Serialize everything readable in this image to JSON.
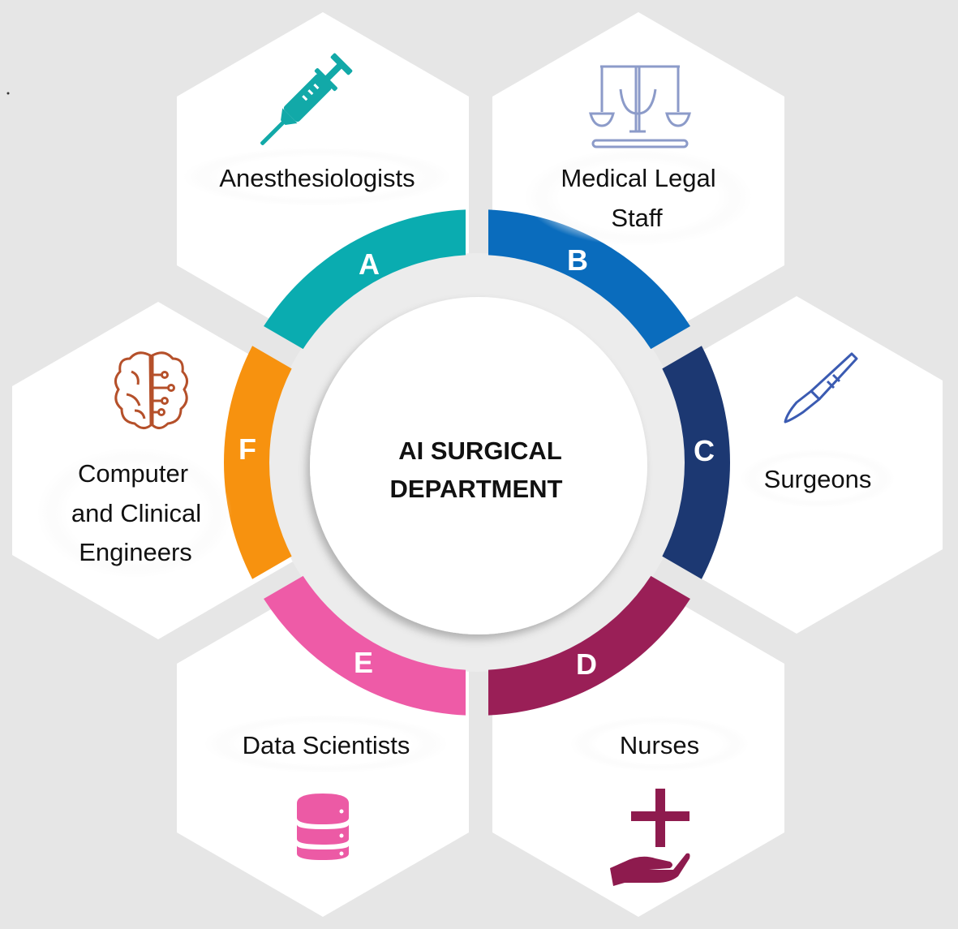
{
  "center": {
    "line1": "AI SURGICAL",
    "line2": "DEPARTMENT"
  },
  "segments": [
    {
      "letter": "A",
      "color": "#0aacb0",
      "label_lines": [
        "Anesthesiologists"
      ],
      "icon": "syringe-icon",
      "icon_color": "#12a9a8"
    },
    {
      "letter": "B",
      "color": "#0a6cbd",
      "label_lines": [
        "Medical Legal",
        "Staff"
      ],
      "icon": "scales-icon",
      "icon_color": "#8c9bc9"
    },
    {
      "letter": "C",
      "color": "#1c3872",
      "label_lines": [
        "Surgeons"
      ],
      "icon": "scalpel-icon",
      "icon_color": "#3b5bb2"
    },
    {
      "letter": "D",
      "color": "#9a1f57",
      "label_lines": [
        "Nurses"
      ],
      "icon": "nurse-care-icon",
      "icon_color": "#8e1b4e"
    },
    {
      "letter": "E",
      "color": "#ee5ba7",
      "label_lines": [
        "Data Scientists"
      ],
      "icon": "database-icon",
      "icon_color": "#ec5aa5"
    },
    {
      "letter": "F",
      "color": "#f7920f",
      "label_lines": [
        "Computer",
        "and Clinical",
        "Engineers"
      ],
      "icon": "brain-icon",
      "icon_color": "#b5502a"
    }
  ]
}
